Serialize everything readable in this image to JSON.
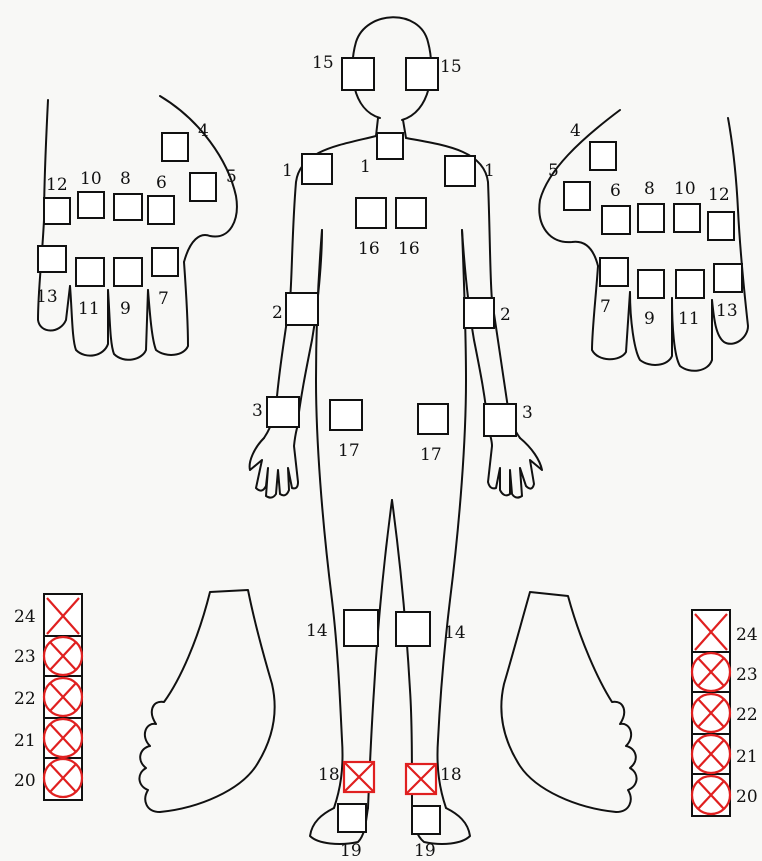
{
  "labels": {
    "n1": "1",
    "n2": "2",
    "n3": "3",
    "n4": "4",
    "n5": "5",
    "n6": "6",
    "n7": "7",
    "n8": "8",
    "n9": "9",
    "n10": "10",
    "n11": "11",
    "n12": "12",
    "n13": "13",
    "n14": "14",
    "n15": "15",
    "n16": "16",
    "n17": "17",
    "n18": "18",
    "n19": "19",
    "n20": "20",
    "n21": "21",
    "n22": "22",
    "n23": "23",
    "n24": "24"
  },
  "colors": {
    "outline": "#111111",
    "mark": "#e02020",
    "background": "#f8f8f6"
  },
  "marked_sites": [
    "18",
    "20",
    "21",
    "22",
    "23",
    "24"
  ]
}
